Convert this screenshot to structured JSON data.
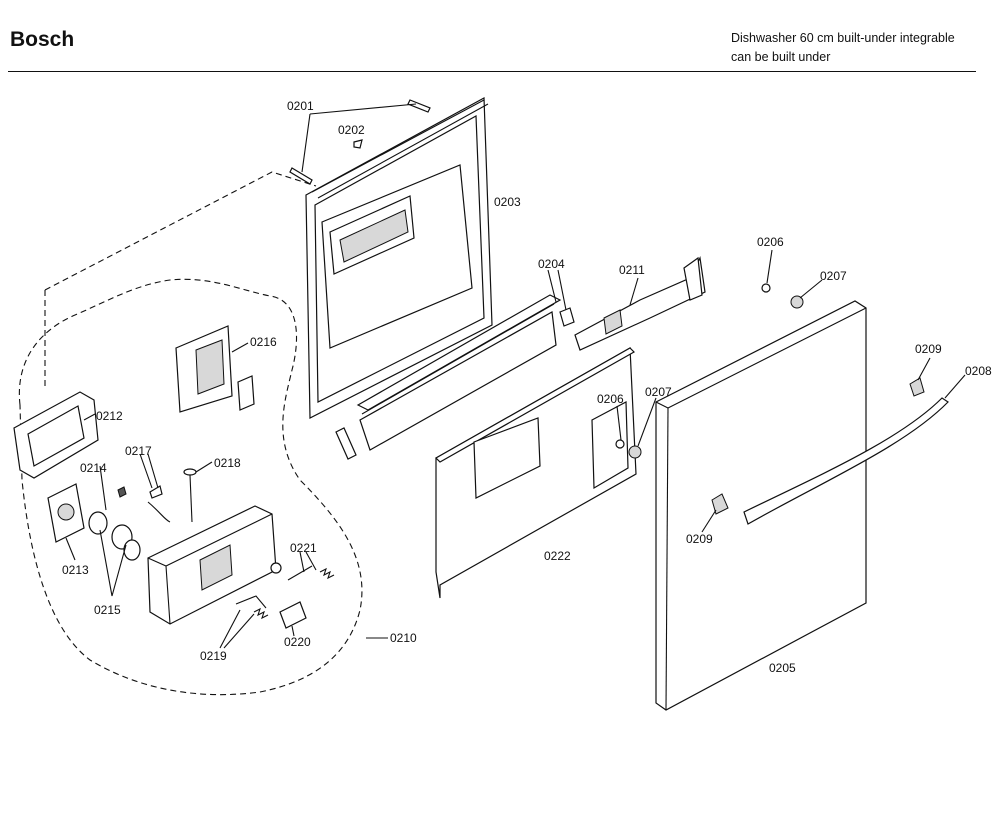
{
  "header": {
    "brand": "Bosch",
    "description_line1": "Dishwasher 60 cm built-under integrable",
    "description_line2": "can be built under"
  },
  "callouts": {
    "c0201": "0201",
    "c0202": "0202",
    "c0203": "0203",
    "c0204": "0204",
    "c0205": "0205",
    "c0206a": "0206",
    "c0206b": "0206",
    "c0207a": "0207",
    "c0207b": "0207",
    "c0208": "0208",
    "c0209a": "0209",
    "c0209b": "0209",
    "c0210": "0210",
    "c0211": "0211",
    "c0212": "0212",
    "c0213": "0213",
    "c0214": "0214",
    "c0215": "0215",
    "c0216": "0216",
    "c0217": "0217",
    "c0218": "0218",
    "c0219": "0219",
    "c0220": "0220",
    "c0221": "0221",
    "c0222": "0222"
  }
}
